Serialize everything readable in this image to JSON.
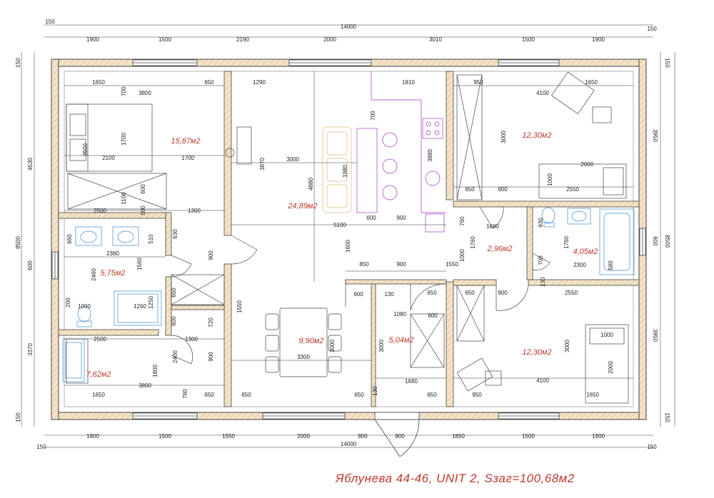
{
  "caption": "Яблунева 44-46, UNIT 2, Sзаг=100,68м2",
  "colors": {
    "wall_fill": "#f3e3c8",
    "wall_stroke": "#444444",
    "area_text": "#c0392b",
    "kitchen": "#a335c9",
    "bathroom": "#3b8bd6",
    "furniture": "#444444",
    "sofa": "#d8b97a"
  },
  "dims": {
    "top_total": "14000",
    "top_edge_l": "150",
    "top_edge_r": "150",
    "top": [
      "1900",
      "1500",
      "2190",
      "2000",
      "3010",
      "1500",
      "1900"
    ],
    "bottom_total": "14000",
    "bottom_edge_l": "150",
    "bottom_edge_r": "150",
    "bottom": [
      "1900",
      "1500",
      "1550",
      "2000",
      "900",
      "900",
      "1850",
      "1500",
      "1900"
    ],
    "left_edge_top": "150",
    "left_a": "4530",
    "left_total": "8500",
    "left_window": "600",
    "left_b": "3370",
    "left_edge_bottom": "150",
    "right_edge_top": "150",
    "right_a": "3950",
    "right_total": "8500",
    "right_window": "600",
    "right_b": "3950",
    "right_edge_bottom": "150"
  },
  "inner": [
    "1650",
    "700",
    "3800",
    "650",
    "1290",
    "1810",
    "950",
    "1650",
    "4100",
    "3500",
    "1700",
    "2100",
    "1700",
    "3870",
    "3000",
    "700",
    "4880",
    "1980",
    "3880",
    "3000",
    "2000",
    "1000",
    "650",
    "900",
    "2550",
    "1100",
    "600",
    "2500",
    "500",
    "1300",
    "600",
    "900",
    "5100",
    "930",
    "1680",
    "760",
    "1760",
    "630",
    "660",
    "510",
    "2380",
    "1760",
    "1000",
    "1600",
    "700",
    "2300",
    "580",
    "2460",
    "1560",
    "900",
    "850",
    "900",
    "1550",
    "130",
    "650",
    "1260",
    "1250",
    "200",
    "1000",
    "600",
    "130",
    "650",
    "600",
    "650",
    "900",
    "2550",
    "1550",
    "720",
    "1080",
    "600",
    "2500",
    "1300",
    "3000",
    "3000",
    "1000",
    "1800",
    "2400",
    "900",
    "3300",
    "1680",
    "2000",
    "1650",
    "3800",
    "780",
    "650",
    "650",
    "650",
    "130",
    "650",
    "950",
    "4100",
    "1650",
    "3000"
  ],
  "rooms": [
    {
      "id": "bedroom-1",
      "area": "15,87м2"
    },
    {
      "id": "kitchen-living",
      "area": "24,89м2"
    },
    {
      "id": "bedroom-2",
      "area": "12,30м2"
    },
    {
      "id": "bathroom-1",
      "area": "5,75м2"
    },
    {
      "id": "wc",
      "area": "2,96м2"
    },
    {
      "id": "bathroom-2",
      "area": "4,05м2"
    },
    {
      "id": "bedroom-4",
      "area": "7,62м2"
    },
    {
      "id": "dining-hall",
      "area": "9,90м2"
    },
    {
      "id": "corridor",
      "area": "5,04м2"
    },
    {
      "id": "bedroom-3",
      "area": "12,30м2"
    }
  ]
}
